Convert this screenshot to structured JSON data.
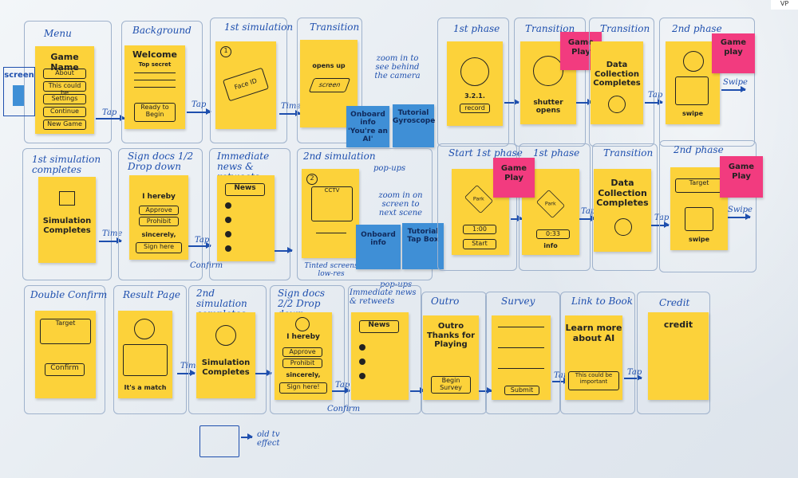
{
  "colors": {
    "sticky_yellow": "#fcd23a",
    "sticky_pink": "#f23b7f",
    "sticky_blue": "#3f8fd6",
    "marker": "#1e4fae"
  },
  "corner_logo": "VP",
  "row1": {
    "menu": {
      "label": "Menu",
      "screen_note": "screen",
      "title": "Game Name",
      "items": [
        "About",
        "This could be",
        "Settings",
        "Continue",
        "New Game"
      ]
    },
    "background": {
      "label": "Background",
      "title": "Welcome",
      "sub": "Top secret",
      "button": "Ready to Begin"
    },
    "sim1": {
      "label": "1st simulation",
      "badge": "1",
      "phone": "Face ID"
    },
    "transition": {
      "label": "Transition",
      "text1": "opens up",
      "text2": "screen",
      "zoom": "zoom in to see behind the camera"
    },
    "blue_onboard": "Onboard info 'You're an AI'",
    "blue_tutorial": "Tutorial Gyroscope",
    "popups": "pop-ups",
    "phase1": {
      "label": "1st phase",
      "countdown": "3.2.1.",
      "record": "record"
    },
    "transition2": {
      "label": "Transition",
      "text": "shutter opens",
      "pink": "Game Play"
    },
    "transition3": {
      "label": "Transition",
      "text": "Data Collection Completes"
    },
    "phase2": {
      "label": "2nd phase",
      "pink": "Game play",
      "swipe": "swipe"
    }
  },
  "row2": {
    "sim_complete": {
      "label": "1st simulation completes",
      "text": "Simulation Completes"
    },
    "sign_docs": {
      "label": "Sign docs 1/2 Drop down",
      "text": "I hereby",
      "opts": [
        "Approve",
        "Prohibit"
      ],
      "sincerely": "sincerely,",
      "sign": "Sign here"
    },
    "news": {
      "label": "Immediate news & retweets",
      "title": "News"
    },
    "sim2": {
      "label": "2nd simulation",
      "badge": "2",
      "cctv": "CCTV",
      "zoom": "zoom in on screen to next scene",
      "sub": "Tinted screens low-res"
    },
    "blue_onboard": "Onboard info",
    "blue_tutorial": "Tutorial Tap Box",
    "popups": "pop-ups",
    "start_phase": {
      "label": "Start 1st phase",
      "park": "Park",
      "time": "1:00",
      "start": "Start"
    },
    "phase1b": {
      "label": "1st phase",
      "pink": "Game Play",
      "park": "Park",
      "time": "0:33",
      "info": "info"
    },
    "transition": {
      "label": "Transition",
      "text": "Data Collection Completes"
    },
    "phase2b": {
      "label": "2nd phase",
      "pink": "Game Play",
      "target": "Target",
      "swipe": "swipe"
    }
  },
  "row3": {
    "double_confirm": {
      "label": "Double Confirm",
      "target": "Target",
      "button": "Confirm"
    },
    "result": {
      "label": "Result Page",
      "text": "It's a match"
    },
    "sim2_complete": {
      "label": "2nd simulation completes",
      "text": "Simulation Completes"
    },
    "sign_docs2": {
      "label": "Sign docs 2/2 Drop down",
      "text": "I hereby",
      "opts": [
        "Approve",
        "Prohibit"
      ],
      "sincerely": "sincerely,",
      "sign": "Sign here!"
    },
    "news2": {
      "label": "Immediate news & retweets",
      "title": "News"
    },
    "outro": {
      "label": "Outro",
      "text": "Outro Thanks for Playing",
      "button": "Begin Survey"
    },
    "survey": {
      "label": "Survey",
      "button": "Submit"
    },
    "link": {
      "label": "Link to Book",
      "text": "Learn more about AI",
      "sub": "This could be important"
    },
    "credit": {
      "label": "Credit",
      "text": "credit"
    },
    "old_tv": "old tv effect"
  },
  "arrows": {
    "tap": "Tap",
    "time": "Time",
    "swipe": "Swipe",
    "confirm": "Confirm"
  }
}
